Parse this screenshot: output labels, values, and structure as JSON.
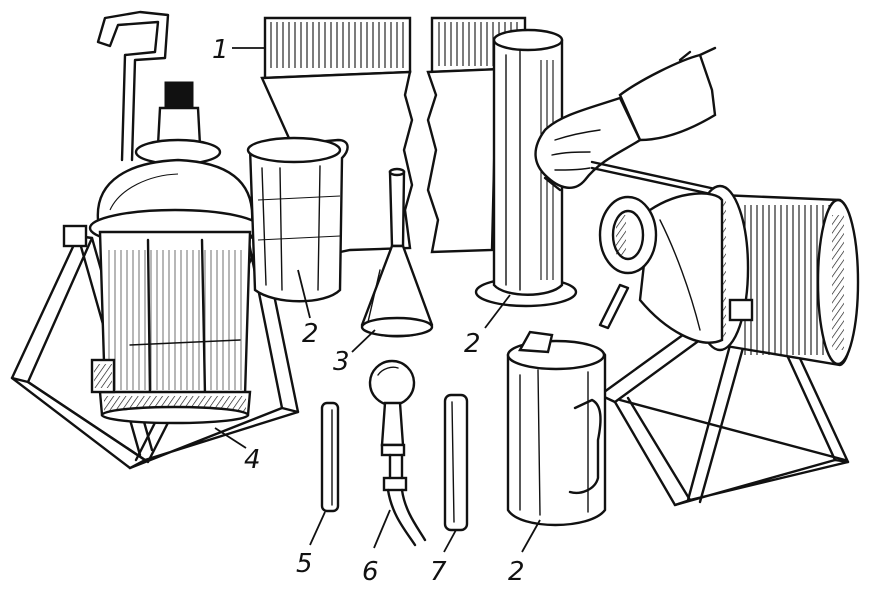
{
  "labels": {
    "l1": "1",
    "l2a": "2",
    "l2b": "2",
    "l2c": "2",
    "l3": "3",
    "l4": "4",
    "l5": "5",
    "l6": "6",
    "l7": "7"
  }
}
